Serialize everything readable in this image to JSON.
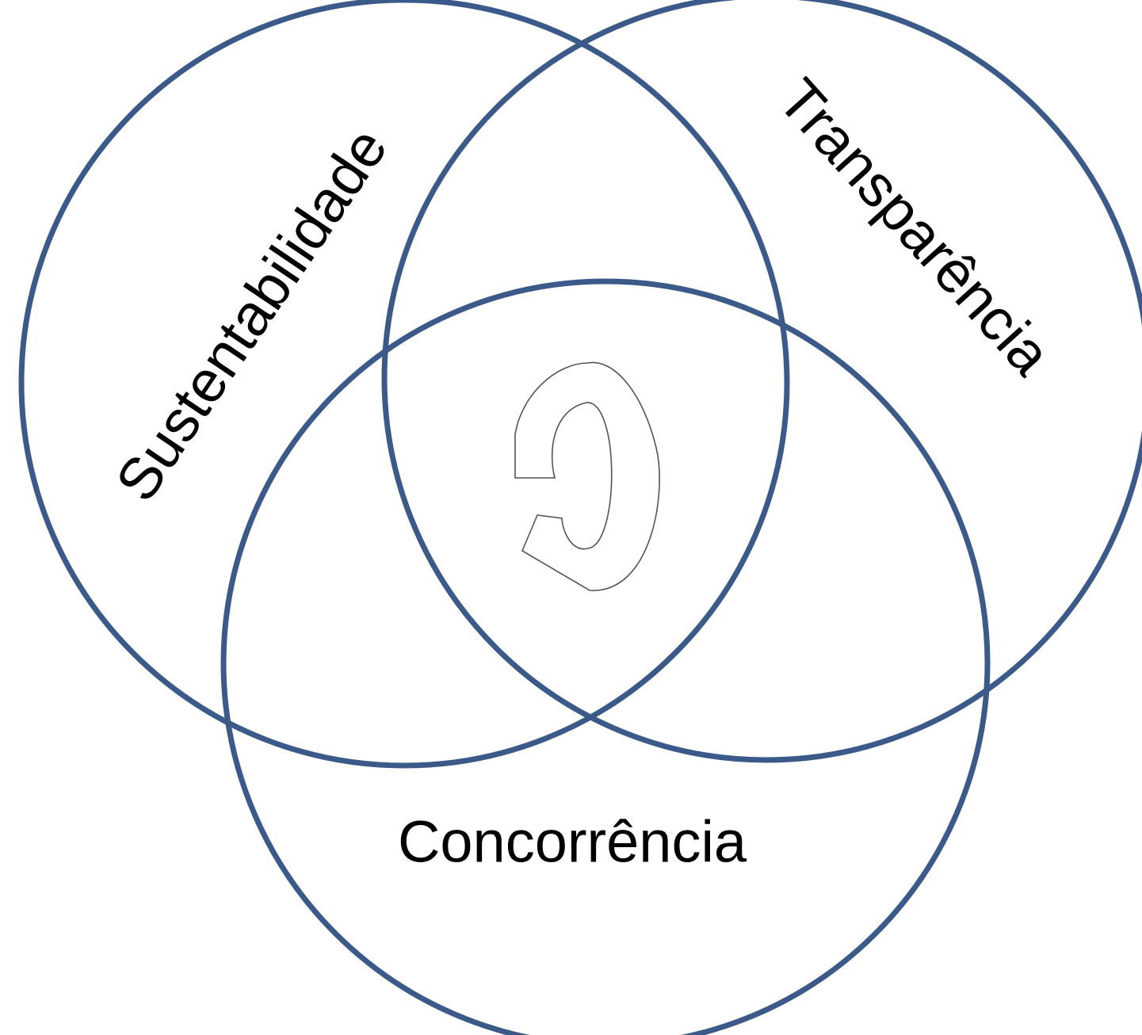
{
  "colors": {
    "circle_stroke": "#3b5a8a",
    "label_text": "#000000",
    "arrow_stroke": "#555555",
    "background": "#ffffff"
  },
  "sets": [
    {
      "id": "sustentabilidade",
      "label": "Sustentabilidade"
    },
    {
      "id": "transparencia",
      "label": "Transparência"
    },
    {
      "id": "concorrencia",
      "label": "Concorrência"
    }
  ],
  "center_icon": "circular-arrow-icon"
}
